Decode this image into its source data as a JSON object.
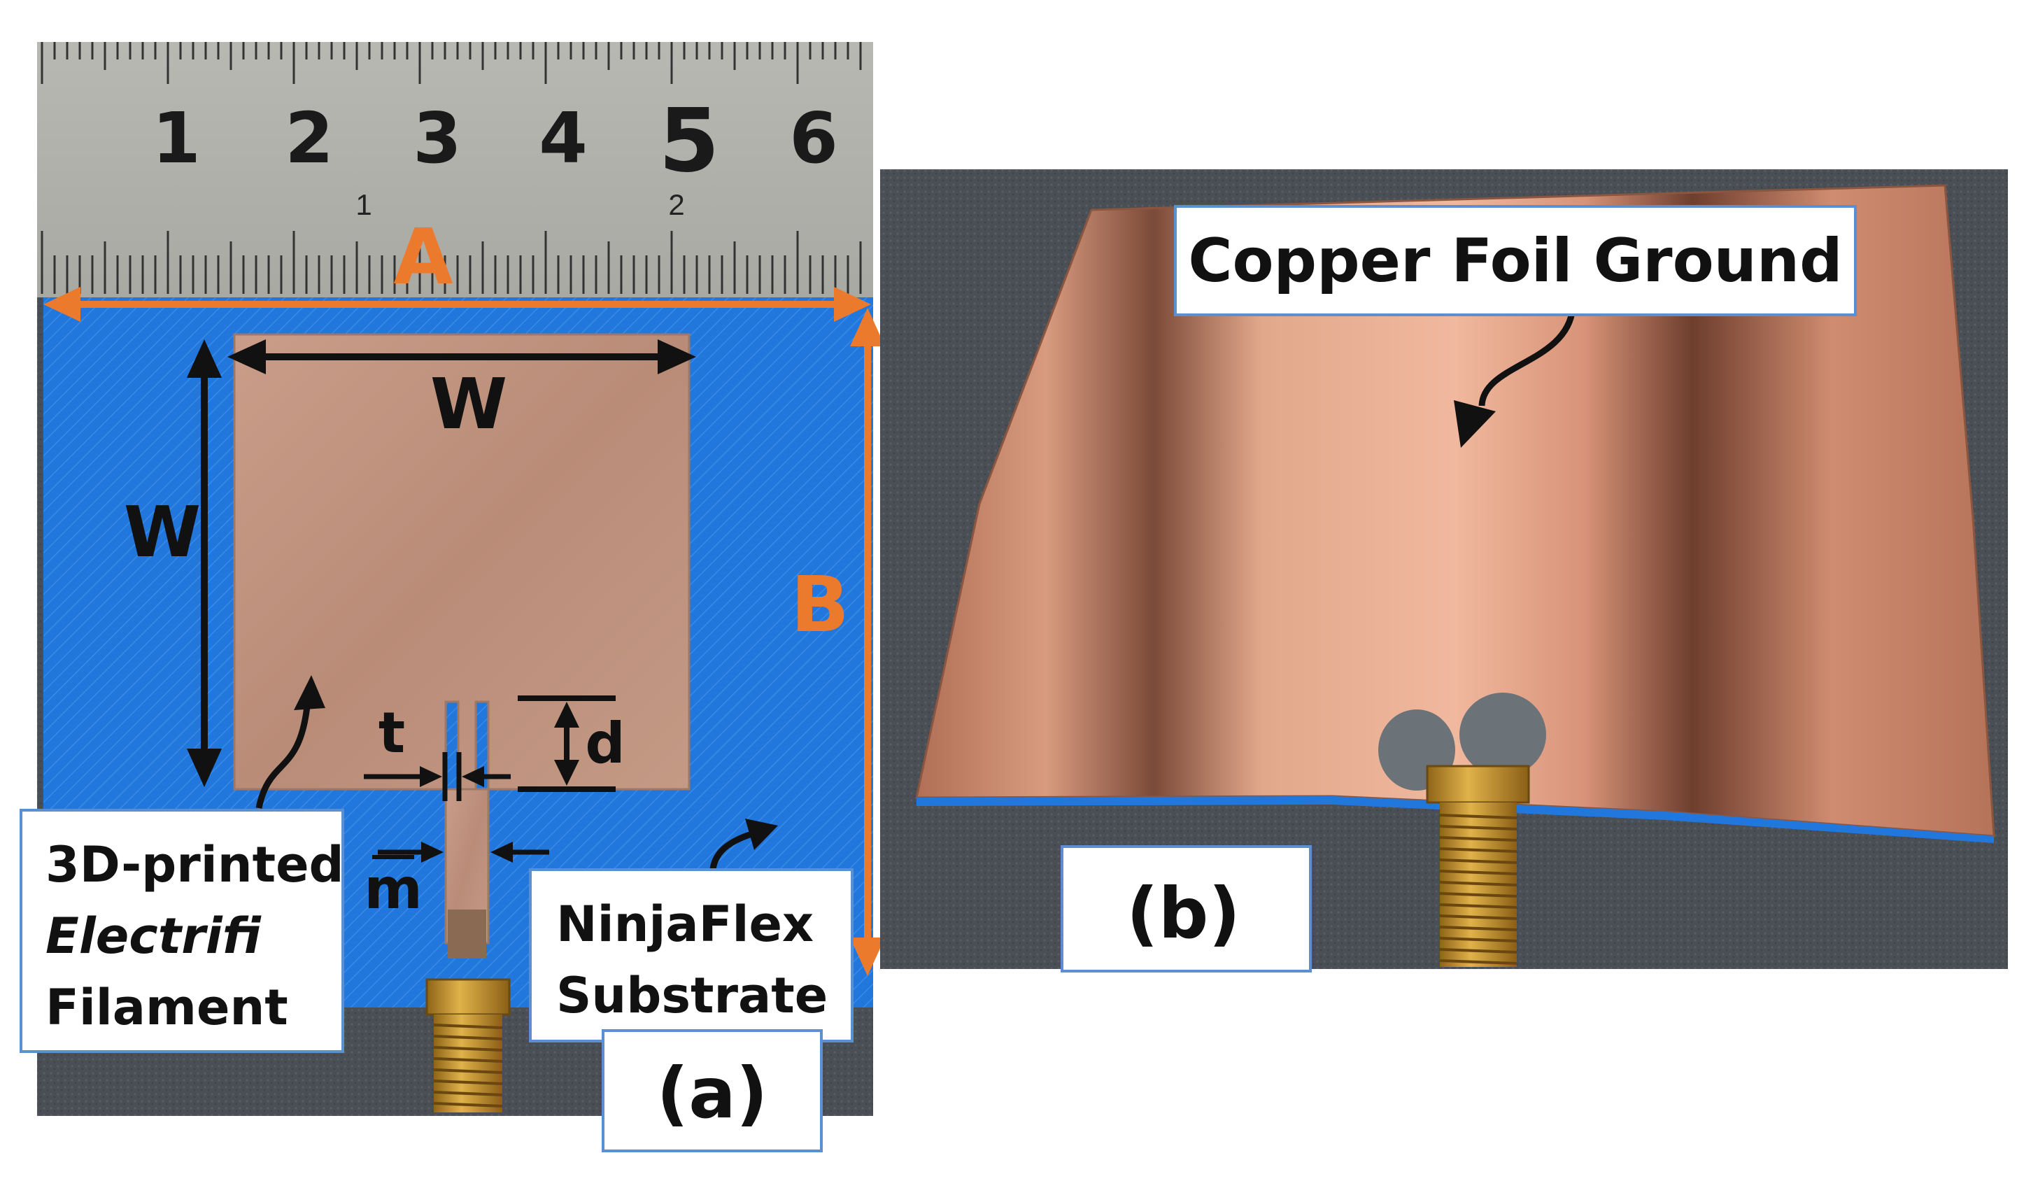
{
  "ruler": {
    "cm_numbers": [
      "1",
      "2",
      "3",
      "4",
      "5",
      "6"
    ],
    "inch_numbers": [
      "1",
      "2"
    ]
  },
  "dimensions": {
    "a": "A",
    "b": "B",
    "w_top": "W",
    "w_side": "W",
    "t": "t",
    "d": "d",
    "m": "m"
  },
  "labels": {
    "filament_line1": "3D-printed",
    "filament_line2": "Electrifi",
    "filament_line3": "Filament",
    "substrate_line1": "NinjaFlex",
    "substrate_line2": "Substrate",
    "ground": "Copper Foil Ground"
  },
  "panels": {
    "a": "(a)",
    "b": "(b)"
  },
  "colors": {
    "substrate_blue": "#2277dd",
    "copper": "#c2937e",
    "dimension_orange": "#ec7a2c",
    "ruler_steel": "#b3b3ae",
    "mat_dark": "#4a4e55",
    "brass": "#c8952f",
    "label_border": "#5b8fd0"
  }
}
